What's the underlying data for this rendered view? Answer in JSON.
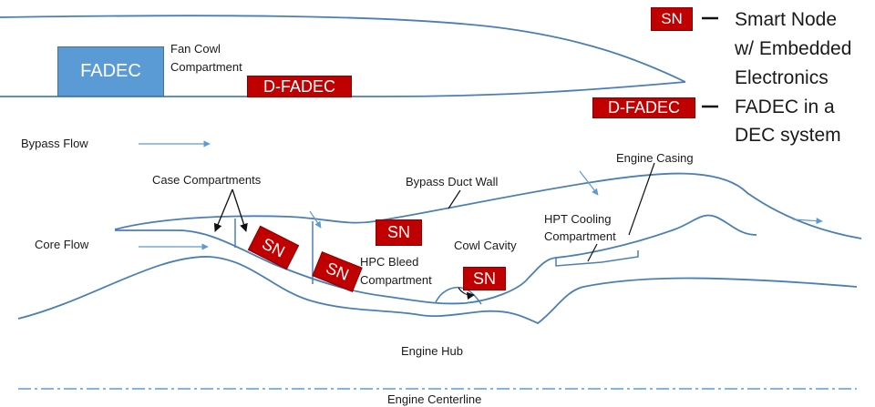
{
  "boxes": {
    "fadec": "FADEC",
    "dfadec_nacelle": "D-FADEC",
    "legend_sn": "SN",
    "legend_dfadec": "D-FADEC",
    "sn_1": "SN",
    "sn_2": "SN",
    "sn_3": "SN",
    "sn_4": "SN"
  },
  "legend": {
    "sn_line1": "Smart Node",
    "sn_line2": "w/ Embedded",
    "sn_line3": "Electronics",
    "dfadec_line1": "FADEC in a",
    "dfadec_line2": "DEC system"
  },
  "labels": {
    "fan_cowl_1": "Fan Cowl",
    "fan_cowl_2": "Compartment",
    "bypass_flow": "Bypass Flow",
    "case_compartments": "Case Compartments",
    "bypass_duct_wall": "Bypass Duct Wall",
    "engine_casing": "Engine Casing",
    "core_flow": "Core Flow",
    "hpt_cooling_1": "HPT Cooling",
    "hpt_cooling_2": "Compartment",
    "cowl_cavity": "Cowl Cavity",
    "hpc_bleed_1": "HPC Bleed",
    "hpc_bleed_2": "Compartment",
    "engine_hub": "Engine Hub",
    "engine_centerline": "Engine Centerline"
  },
  "colors": {
    "node_red": "#c00000",
    "fadec_blue": "#5b9bd5",
    "outline": "#4a7fb5",
    "flow_arrow": "#5b9bd5"
  }
}
